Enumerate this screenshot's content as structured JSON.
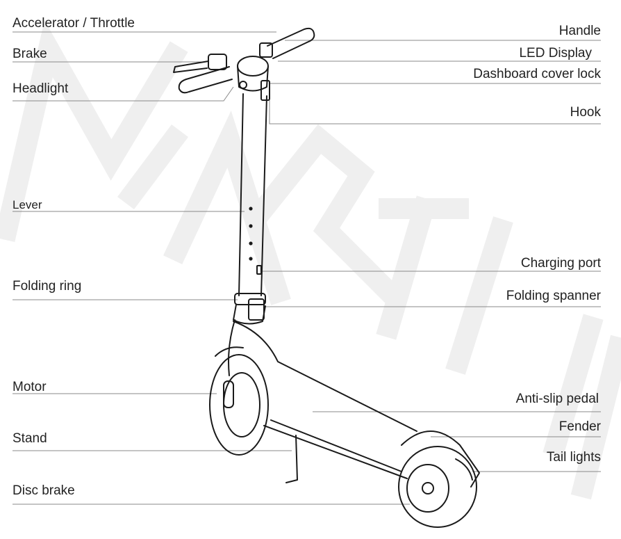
{
  "diagram": {
    "labels_left": [
      {
        "id": "accelerator",
        "text": "Accelerator / Throttle"
      },
      {
        "id": "brake",
        "text": "Brake"
      },
      {
        "id": "headlight",
        "text": "Headlight"
      },
      {
        "id": "lever",
        "text": "Lever"
      },
      {
        "id": "folding_ring",
        "text": "Folding ring"
      },
      {
        "id": "motor",
        "text": "Motor"
      },
      {
        "id": "stand",
        "text": "Stand"
      },
      {
        "id": "disc_brake",
        "text": "Disc brake"
      }
    ],
    "labels_right": [
      {
        "id": "handle",
        "text": "Handle"
      },
      {
        "id": "led_display",
        "text": "LED Display"
      },
      {
        "id": "dashboard_cover_lock",
        "text": "Dashboard  cover lock"
      },
      {
        "id": "hook",
        "text": "Hook"
      },
      {
        "id": "charging_port",
        "text": "Charging  port"
      },
      {
        "id": "folding_spanner",
        "text": "Folding spanner"
      },
      {
        "id": "anti_slip_pedal",
        "text": "Anti-slip pedal"
      },
      {
        "id": "fender",
        "text": "Fender"
      },
      {
        "id": "tail_lights",
        "text": "Tail lights"
      }
    ],
    "watermark_text": "MEARTH",
    "colors": {
      "line": "#8a8a8a",
      "drawing": "#1a1a1a",
      "text": "#222222",
      "watermark": "#ececec"
    }
  }
}
